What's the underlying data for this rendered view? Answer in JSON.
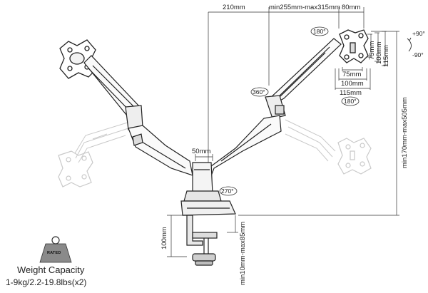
{
  "dimensions": {
    "reach_210": "210mm",
    "range_255_315": "min255mm-max315mm",
    "vesa_80": "80mm",
    "vesa_75_v": "75mm",
    "vesa_100_v": "100mm",
    "vesa_115_v": "115mm",
    "vesa_75_h": "75mm",
    "vesa_100_h": "100mm",
    "vesa_115_h": "115mm",
    "pole_50": "50mm",
    "height_170_505": "min170mm-max505mm",
    "clamp_100": "100mm",
    "clamp_10_85": "min10mm-max85mm"
  },
  "rotations": {
    "rot_180_top": "180°",
    "rot_180_bottom": "180°",
    "rot_360": "360°",
    "rot_270": "270°",
    "tilt_plus": "+90°",
    "tilt_minus": "-90°"
  },
  "weight": {
    "badge": "RATED",
    "title": "Weight Capacity",
    "value": "1-9kg/2.2-19.8lbs(x2)"
  }
}
